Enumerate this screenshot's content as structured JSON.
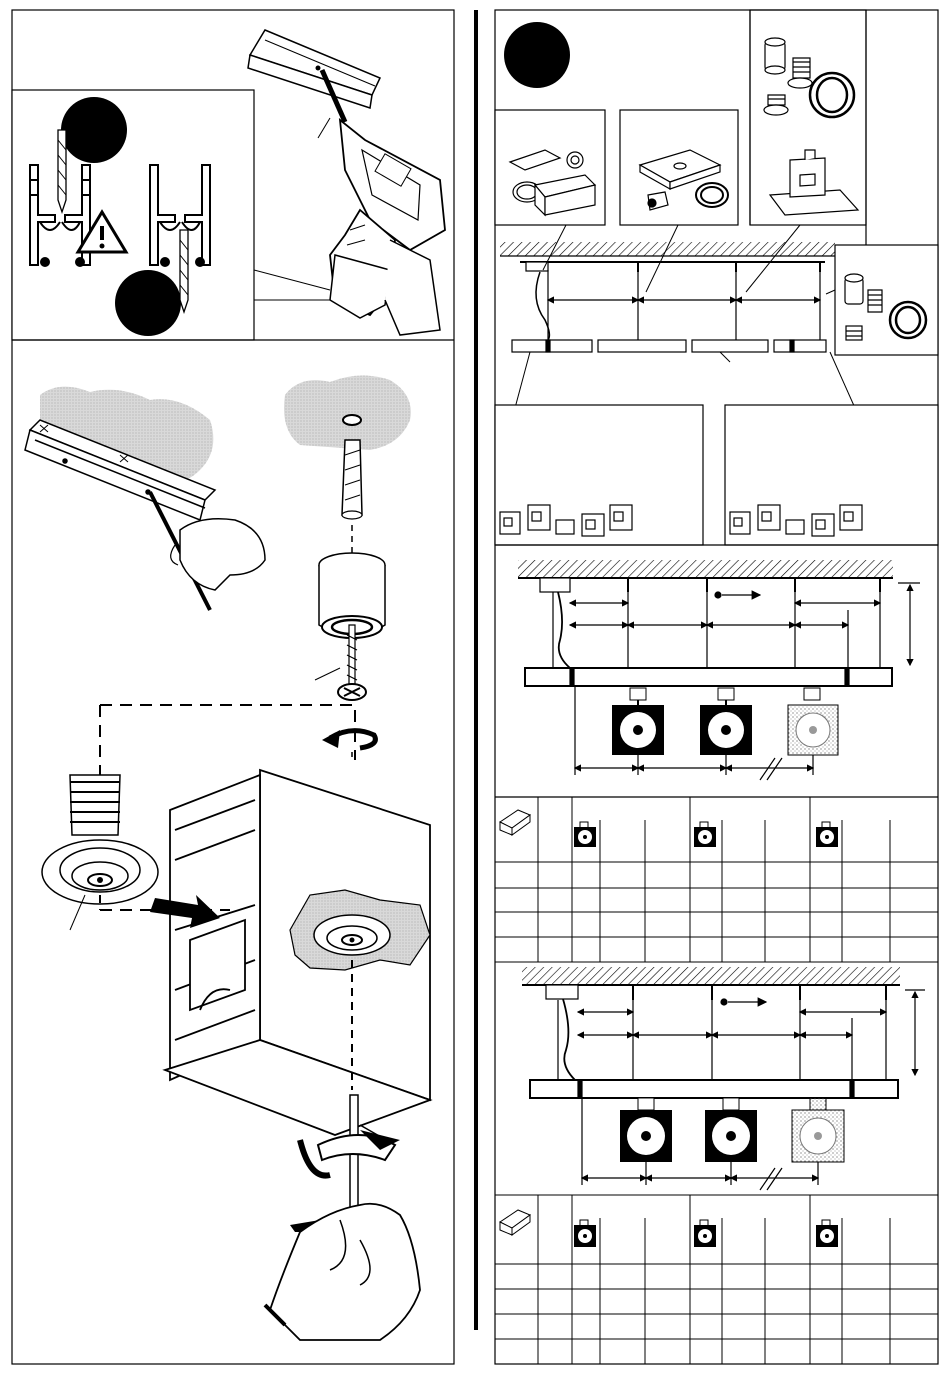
{
  "colors": {
    "ink": "#000000",
    "paper": "#ffffff",
    "hatch": "#000000"
  },
  "icons": [
    "drill-icon",
    "warning-icon",
    "pencil-hand-icon",
    "wall-plug-icon",
    "spacer-cylinder-icon",
    "screw-icon",
    "rotate-arrow-icon",
    "ceiling-canopy-icon",
    "push-arrow-icon",
    "screwdriver-hand-icon",
    "spot-lamp-icon",
    "rail-profile-icon"
  ],
  "tables": [
    {
      "rows": 4,
      "cols": 12
    },
    {
      "rows": 4,
      "cols": 12
    }
  ]
}
